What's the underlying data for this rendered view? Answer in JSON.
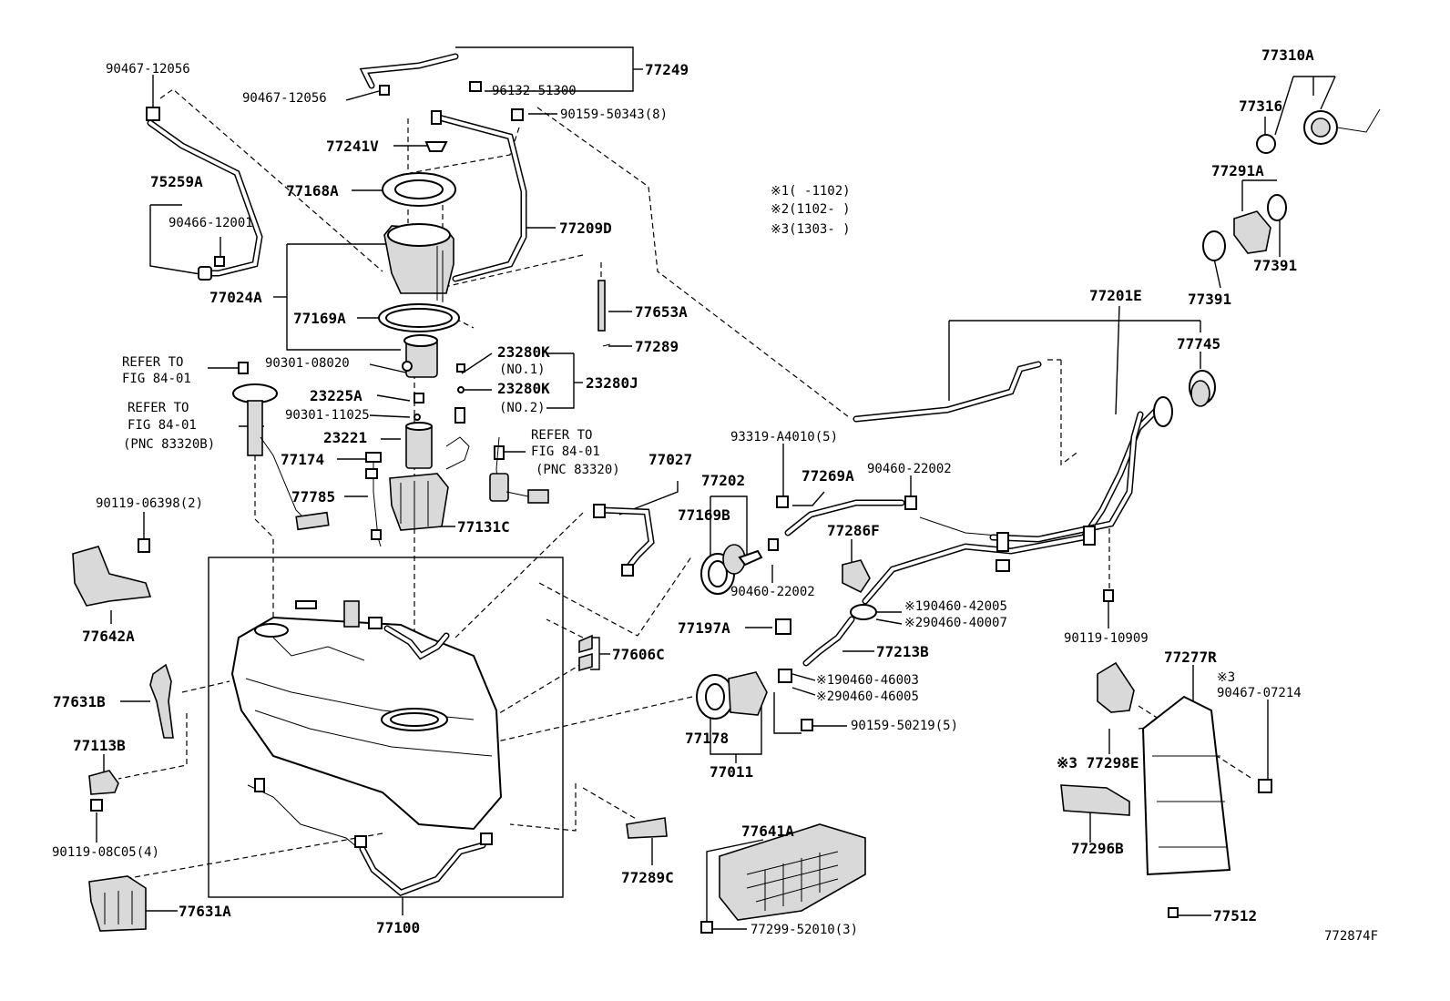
{
  "labels": {
    "l_90467_12056_top": "90467-12056",
    "l_90467_12056_mid": "90467-12056",
    "l_77249": "77249",
    "l_96132_51300": "96132-51300",
    "l_90159_50343": "90159-50343(8)",
    "l_77241V": "77241V",
    "l_77168A": "77168A",
    "l_77209D": "77209D",
    "l_75259A": "75259A",
    "l_90466_12001": "90466-12001",
    "l_77024A": "77024A",
    "l_77169A": "77169A",
    "l_77653A": "77653A",
    "l_77289": "77289",
    "l_refer1a": "REFER TO",
    "l_refer1b": "FIG 84-01",
    "l_refer2a": "REFER TO",
    "l_refer2b": "FIG 84-01",
    "l_refer2c": "(PNC 83320B)",
    "l_90301_08020": "90301-08020",
    "l_23280K_1": "23280K",
    "l_no1": "(NO.1)",
    "l_23280J": "23280J",
    "l_23225A": "23225A",
    "l_23280K_2": "23280K",
    "l_no2": "(NO.2)",
    "l_90301_11025": "90301-11025",
    "l_23221": "23221",
    "l_refer3a": "REFER TO",
    "l_refer3b": "FIG 84-01",
    "l_refer3c": "(PNC 83320)",
    "l_77174": "77174",
    "l_77785": "77785",
    "l_77131C": "77131C",
    "l_77027": "77027",
    "l_90119_06398": "90119-06398(2)",
    "l_77642A": "77642A",
    "l_77631B": "77631B",
    "l_77113B": "77113B",
    "l_90119_08C05": "90119-08C05(4)",
    "l_77631A": "77631A",
    "l_77100": "77100",
    "l_77606C": "77606C",
    "l_77289C": "77289C",
    "l_note1": "※1(    -1102)",
    "l_note2": "※2(1102-    )",
    "l_note3": "※3(1303-    )",
    "l_93319": "93319-A4010(5)",
    "l_77202": "77202",
    "l_77269A": "77269A",
    "l_90460_22002a": "90460-22002",
    "l_77169B": "77169B",
    "l_77286F": "77286F",
    "l_90460_22002b": "90460-22002",
    "l_n1_90460_42005": "※190460-42005",
    "l_n2_90460_40007": "※290460-40007",
    "l_77197A": "77197A",
    "l_77213B": "77213B",
    "l_n1_90460_46003": "※190460-46003",
    "l_n2_90460_46005": "※290460-46005",
    "l_90159_50219": "90159-50219(5)",
    "l_77178": "77178",
    "l_77011": "77011",
    "l_77641A": "77641A",
    "l_77299": "77299-52010(3)",
    "l_77310A": "77310A",
    "l_77316": "77316",
    "l_77291A": "77291A",
    "l_77391a": "77391",
    "l_77391b": "77391",
    "l_77201E": "77201E",
    "l_77745": "77745",
    "l_90119_10909": "90119-10909",
    "l_77277R": "77277R",
    "l_n3": "※3",
    "l_90467_07214": "90467-07214",
    "l_77298E": "※3 77298E",
    "l_77296B": "77296B",
    "l_77512": "77512",
    "l_fig_id": "772874F"
  }
}
